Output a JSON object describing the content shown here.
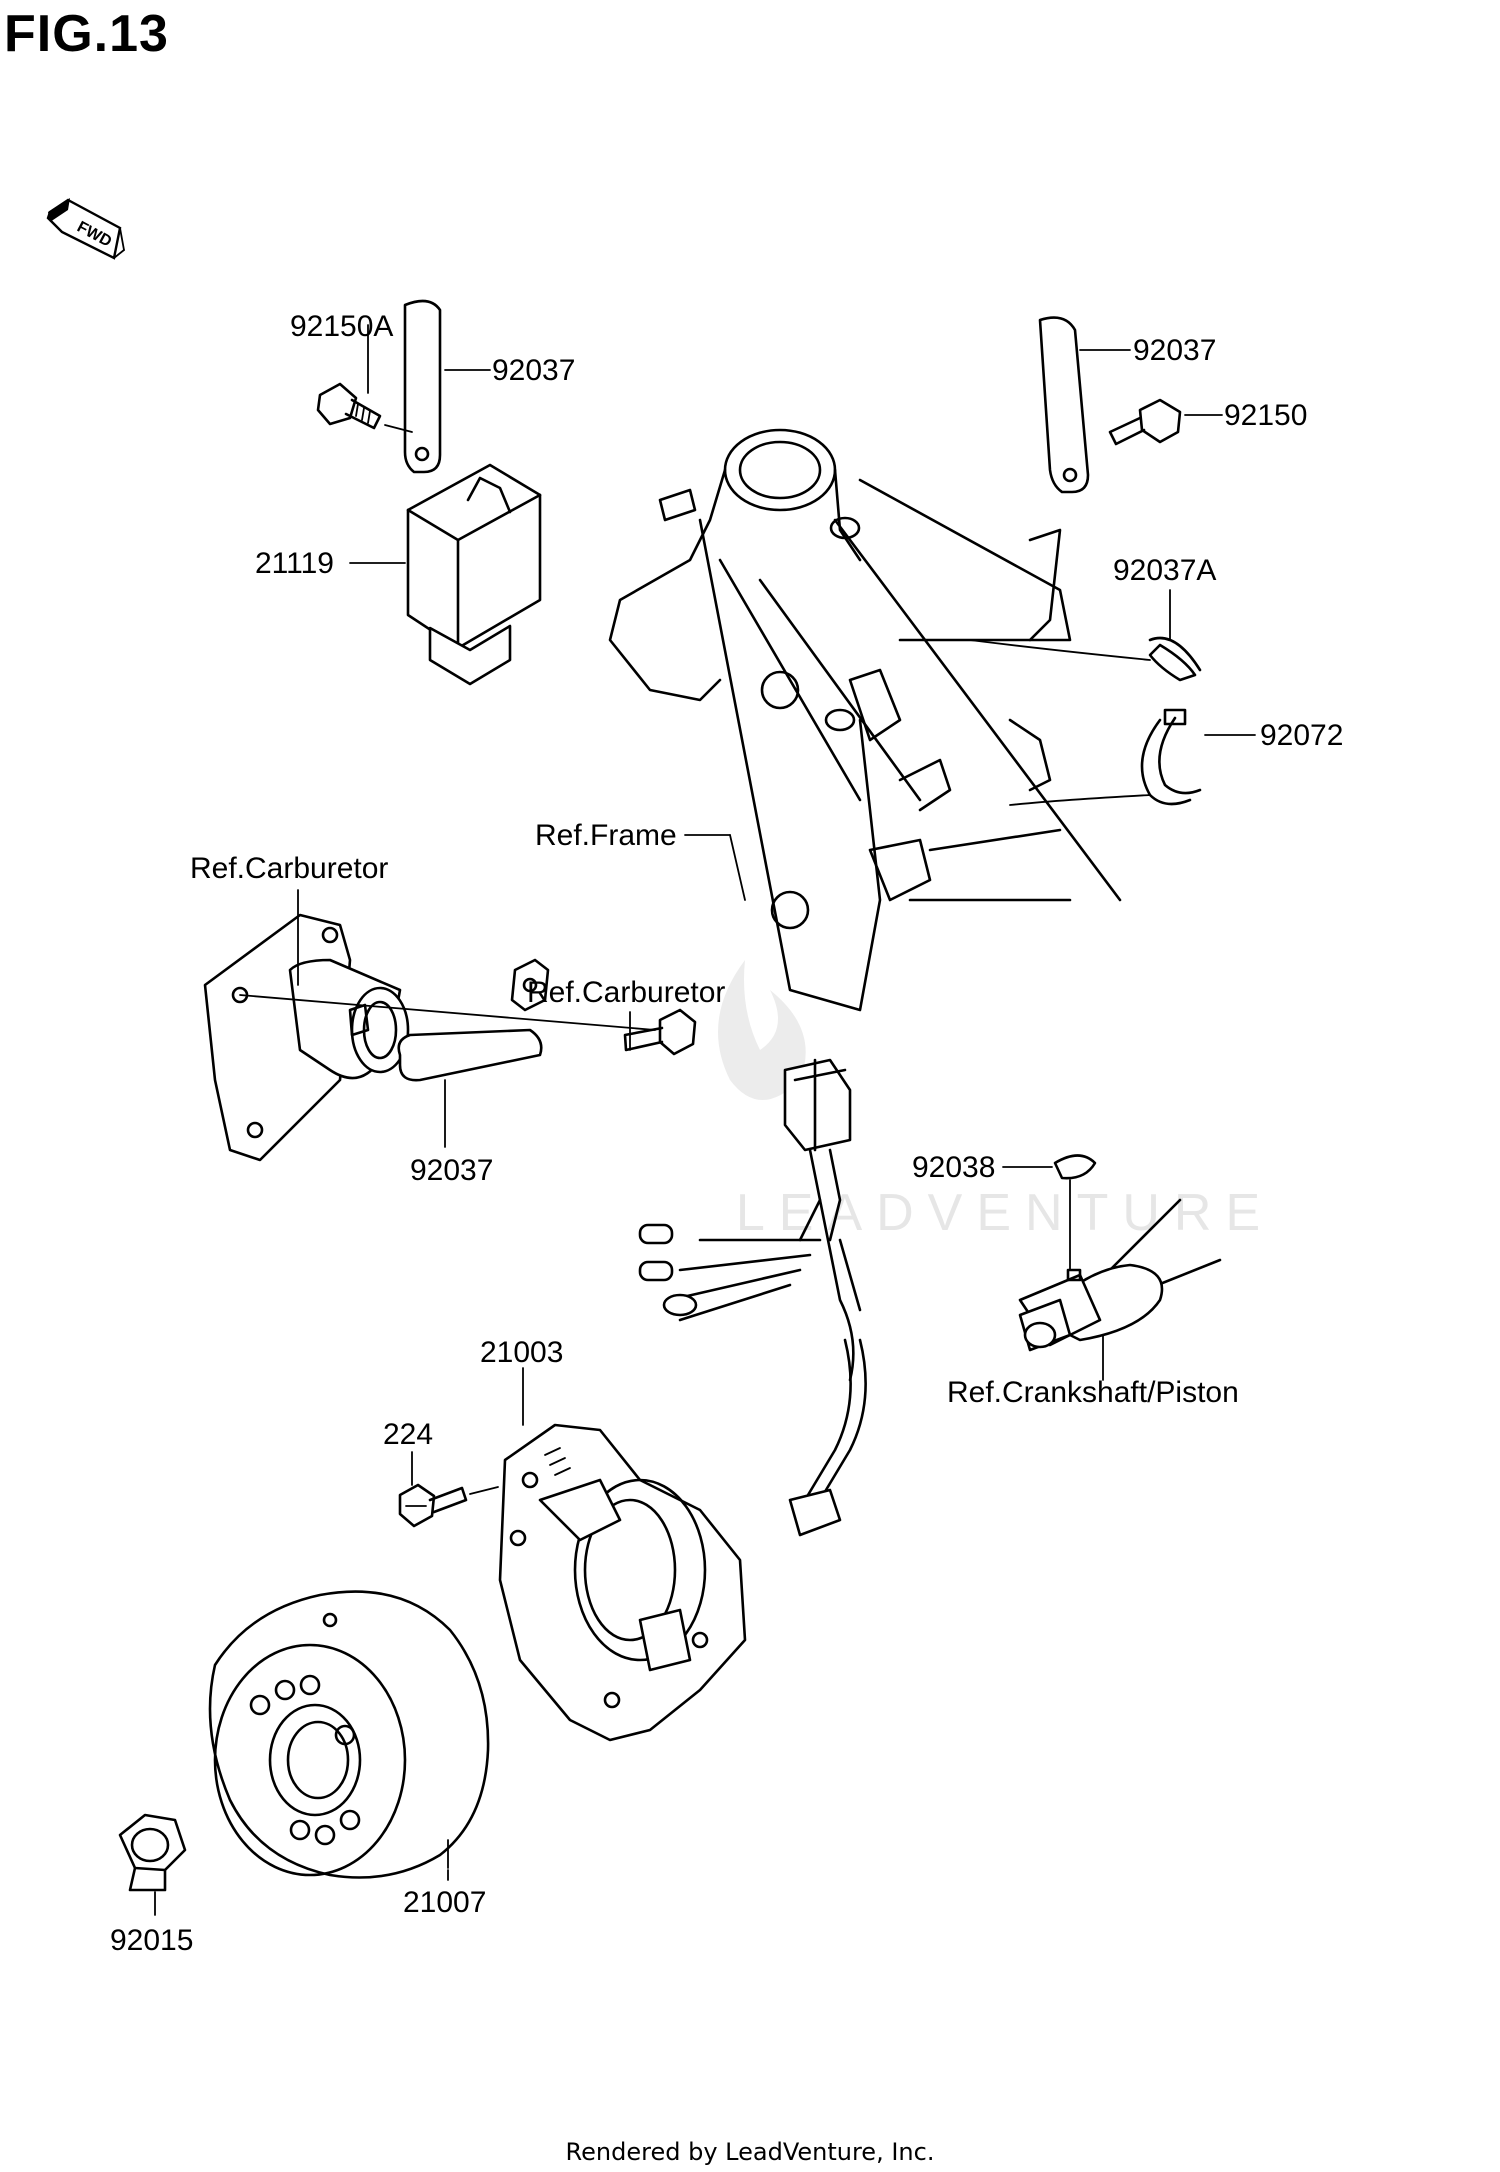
{
  "figure": {
    "title": "FIG.13"
  },
  "fwd_marker": {
    "text": "FWD"
  },
  "watermark": {
    "text": "LEADVENTURE"
  },
  "callouts": {
    "c92150A": "92150A",
    "c92037_cdi": "92037",
    "c21119": "21119",
    "c92037_frame": "92037",
    "c92150": "92150",
    "c92037A": "92037A",
    "c92072": "92072",
    "ref_frame": "Ref.Frame",
    "ref_carburetor_1": "Ref.Carburetor",
    "ref_carburetor_2": "Ref.Carburetor",
    "c92037_carb": "92037",
    "c92038": "92038",
    "ref_crankshaft": "Ref.Crankshaft/Piston",
    "c21003": "21003",
    "c224": "224",
    "c21007": "21007",
    "c92015": "92015"
  },
  "footer": {
    "text": "Rendered by LeadVenture, Inc."
  }
}
